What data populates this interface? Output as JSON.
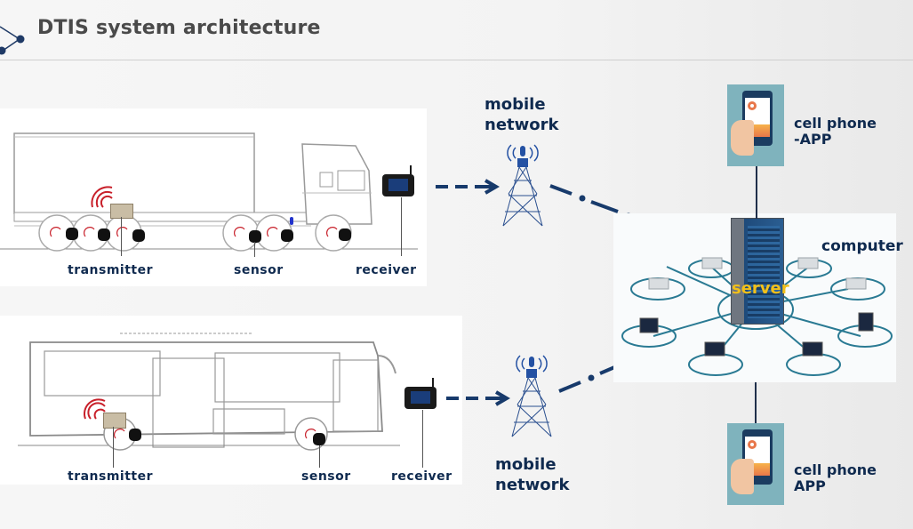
{
  "header": {
    "title": "DTIS system architecture"
  },
  "truck_section": {
    "labels": {
      "transmitter": "transmitter",
      "sensor": "sensor",
      "receiver": "receiver"
    },
    "network_label_line1": "mobile",
    "network_label_line2": "network"
  },
  "bus_section": {
    "labels": {
      "transmitter": "transmitter",
      "sensor": "sensor",
      "receiver": "receiver"
    },
    "network_label_line1": "mobile",
    "network_label_line2": "network"
  },
  "server_section": {
    "server_label": "server",
    "computer_label": "computer",
    "top_phone_line1": "cell phone",
    "top_phone_line2": "-APP",
    "bottom_phone_line1": "cell phone",
    "bottom_phone_line2": "APP"
  },
  "colors": {
    "label_navy": "#0f2a4f",
    "arrow_navy": "#173a6b",
    "signal_red": "#c8202a",
    "server_text_yellow": "#f3c019",
    "network_ring_teal": "#2a7a93",
    "phone_bg_teal": "#7fb3bd"
  }
}
